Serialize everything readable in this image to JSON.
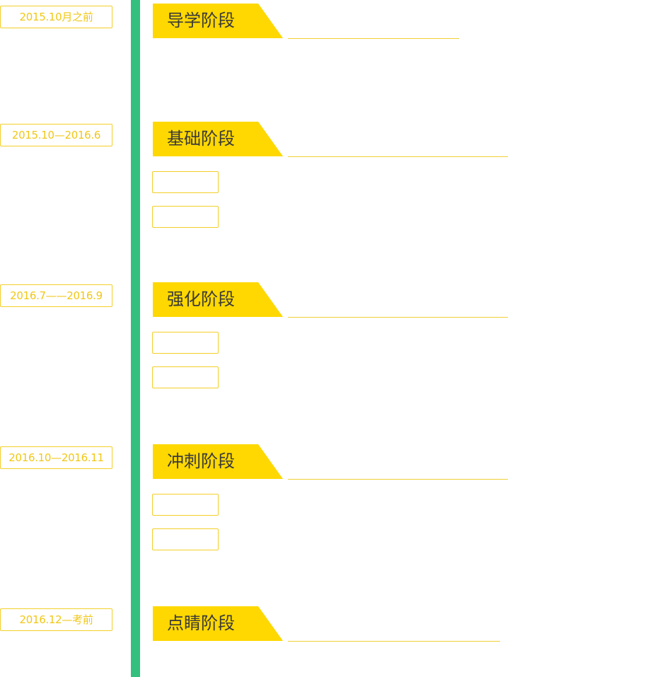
{
  "colors": {
    "timeline": "#33c07f",
    "accent_yellow": "#fed800",
    "date_text": "#f1c716",
    "border_yellow": "#f3cf28",
    "title_text": "#3a3a3a"
  },
  "stages": [
    {
      "date": "2015.10月之前",
      "title": "导学阶段",
      "items": []
    },
    {
      "date": "2015.10—2016.6",
      "title": "基础阶段",
      "items": [
        "",
        ""
      ]
    },
    {
      "date": "2016.7——2016.9",
      "title": "强化阶段",
      "items": [
        "",
        ""
      ]
    },
    {
      "date": "2016.10—2016.11",
      "title": "冲刺阶段",
      "items": [
        "",
        ""
      ]
    },
    {
      "date": "2016.12—考前",
      "title": "点睛阶段",
      "items": []
    }
  ]
}
